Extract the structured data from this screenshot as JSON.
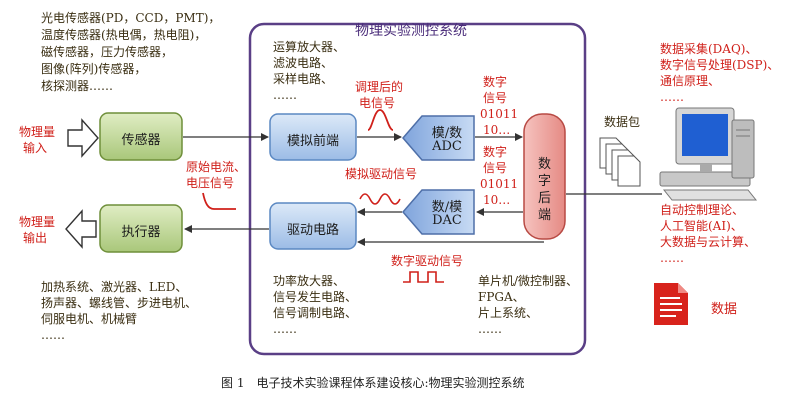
{
  "system": {
    "title": "物理实验测控系统"
  },
  "sensor_examples": [
    "光电传感器(PD，CCD，PMT)，",
    "温度传感器(热电偶，热电阻)，",
    "磁传感器，压力传感器，",
    "图像(阵列)传感器，",
    "核探测器……"
  ],
  "actuator_examples": [
    "加热系统、激光器、LED、",
    "扬声器、螺线管、步进电机、",
    "伺服电机、机械臂",
    "……"
  ],
  "frontend_examples": [
    "运算放大器、",
    "滤波电路、",
    "采样电路、",
    "……"
  ],
  "driver_examples": [
    "功率放大器、",
    "信号发生电路、",
    "信号调制电路、",
    "……"
  ],
  "backend_examples": [
    "单片机/微控制器、",
    "FPGA、",
    "片上系统、",
    "……"
  ],
  "pc_top_examples": [
    "数据采集(DAQ)、",
    "数字信号处理(DSP)、",
    "通信原理、",
    "……"
  ],
  "pc_bottom_examples": [
    "自动控制理论、",
    "人工智能(AI)、",
    "大数据与云计算、",
    "……"
  ],
  "input_label": [
    "物理量",
    "输入"
  ],
  "output_label": [
    "物理量",
    "输出"
  ],
  "blocks": {
    "sensor": "传感器",
    "actuator": "执行器",
    "analog_frontend": "模拟前端",
    "driver": "驱动电路",
    "adc": [
      "模/数",
      "ADC"
    ],
    "dac": [
      "数/模",
      "DAC"
    ],
    "digital_backend": [
      "数",
      "字",
      "后",
      "端"
    ]
  },
  "signals": {
    "raw": [
      "原始电流、",
      "电压信号"
    ],
    "conditioned": [
      "调理后的",
      "电信号"
    ],
    "digital_up": [
      "数字",
      "信号",
      "01011",
      "10…"
    ],
    "digital_down": [
      "数字",
      "信号",
      "01011",
      "10…"
    ],
    "analog_drive": "模拟驱动信号",
    "digital_drive": "数字驱动信号"
  },
  "packet_label": "数据包",
  "data_label": "数据",
  "caption": "图 1　电子技术实验课程体系建设核心:物理实验测控系统",
  "colors": {
    "system_border": "#5a3f86",
    "green_fill": "#c5dc9b",
    "green_stroke": "#6f8f3a",
    "blue_fill": "#bcd4ef",
    "blue_stroke": "#5b88c2",
    "pink_fill": "#ef9f9a",
    "pink_stroke": "#b84a44",
    "converter_fill": "#a9c4ea",
    "converter_stroke": "#4e6fa8",
    "signal_red": "#d0201a",
    "document_red": "#d8231c"
  }
}
